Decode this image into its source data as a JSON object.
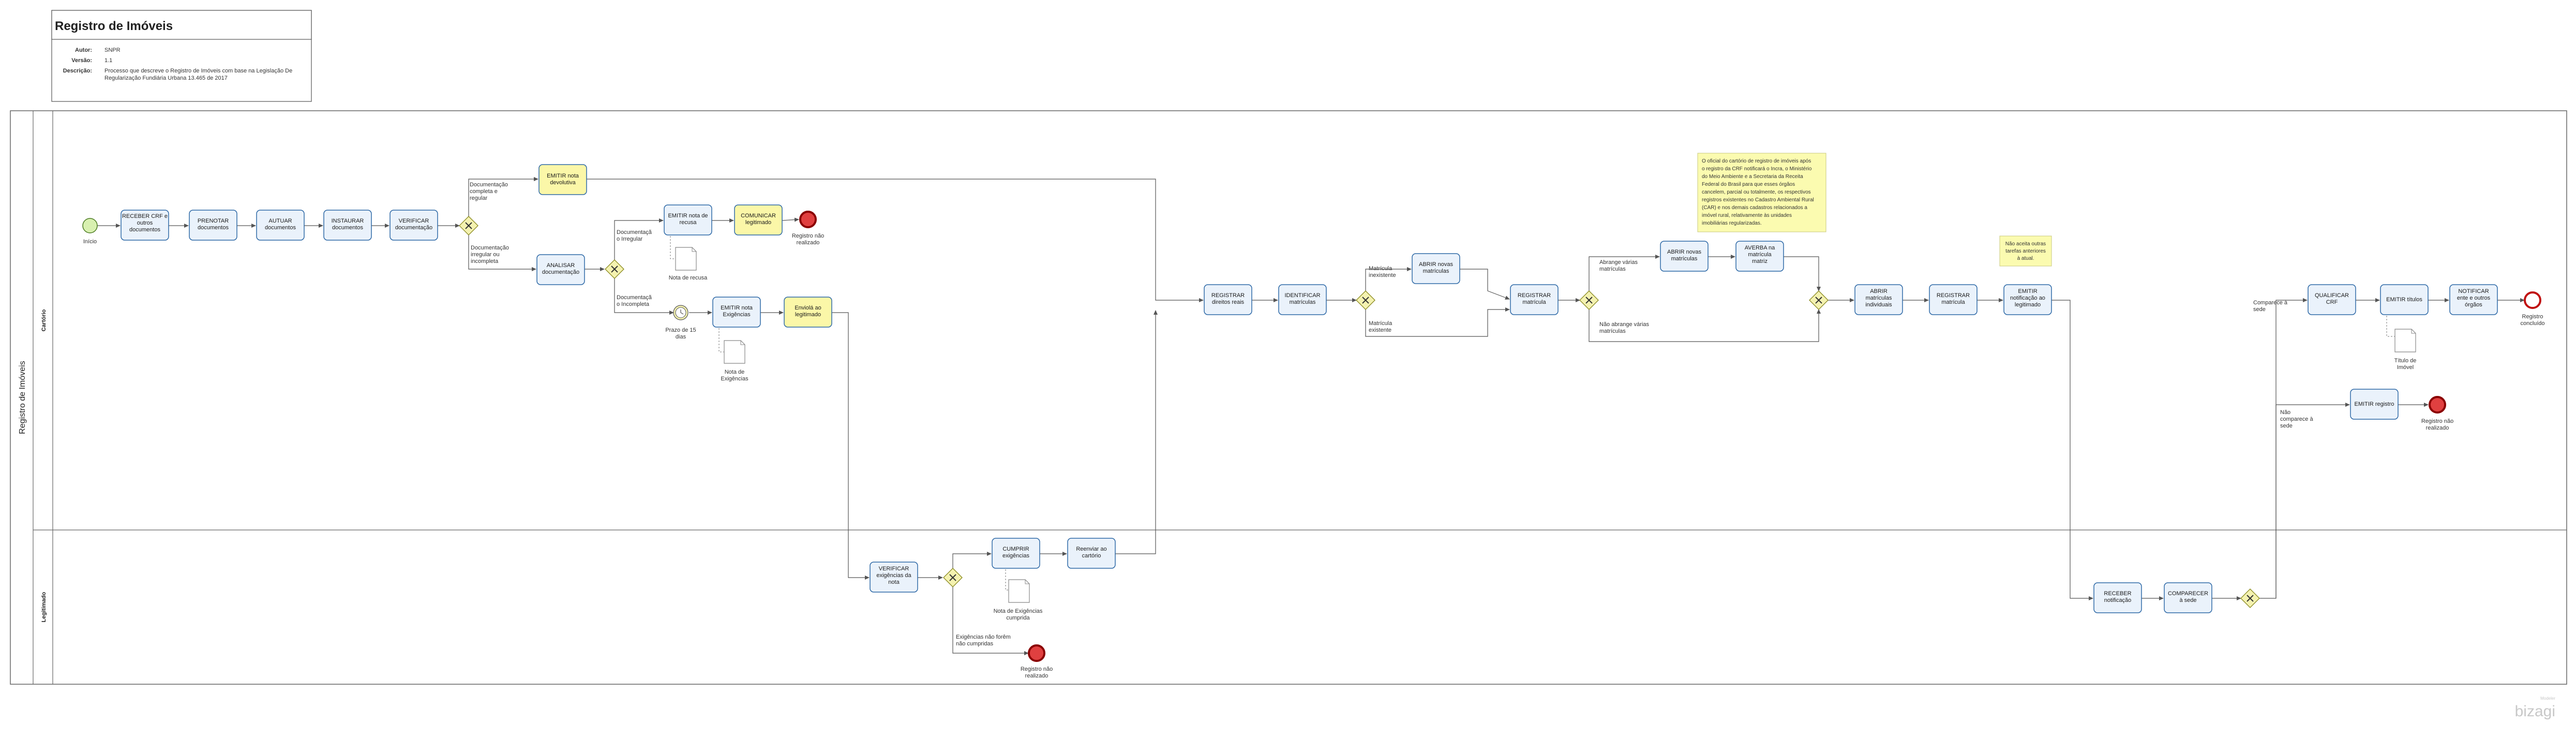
{
  "header": {
    "title": "Registro de Imóveis",
    "author_key": "Autor:",
    "author": "SNPR",
    "version_key": "Versão:",
    "version": "1.1",
    "description_key": "Descrição:",
    "description": [
      "Processo que descreve o Registro de Imóveis com base na Legislação De",
      "Regularização Fundiária Urbana 13.465 de 2017"
    ]
  },
  "pool": {
    "label": "Registro de Imóveis"
  },
  "lanes": {
    "top": "Cartório",
    "bottom": "Legitimado"
  },
  "events": {
    "start": "Início",
    "timer": [
      "Prazo de 15",
      "dias"
    ],
    "end1": [
      "Registro não",
      "realizado"
    ],
    "end2": [
      "Registro não",
      "realizado"
    ],
    "end3": [
      "Registro",
      "concluído"
    ],
    "end4": [
      "Registro não",
      "realizado"
    ]
  },
  "tasks": {
    "t1": [
      "RECEBER CRF e",
      "outros",
      "documentos"
    ],
    "t2": [
      "PRENOTAR",
      "documentos"
    ],
    "t3": [
      "AUTUAR",
      "documentos"
    ],
    "t4": [
      "INSTAURAR",
      "documentos"
    ],
    "t5": [
      "VERIFICAR",
      "documentação"
    ],
    "t6": [
      "EMITIR nota",
      "devolutiva"
    ],
    "t7": [
      "ANALISAR",
      "documentação"
    ],
    "t8": [
      "EMITIR nota de",
      "recusa"
    ],
    "t9": [
      "COMUNICAR",
      "legitimado"
    ],
    "t10": [
      "EMITIR nota",
      "Exigências"
    ],
    "t11": [
      "Enviolá ao",
      "legitimado"
    ],
    "t12": [
      "REGISTRAR",
      "direitos reais"
    ],
    "t13": [
      "IDENTIFICAR",
      "matrículas"
    ],
    "t14": [
      "ABRIR novas",
      "matrículas"
    ],
    "t15": [
      "REGISTRAR",
      "matrícula"
    ],
    "t16": [
      "ABRIR novas",
      "matrículas"
    ],
    "t17": [
      "AVERBA na",
      "matrícula",
      "matriz"
    ],
    "t18": [
      "ABRIR",
      "matrículas",
      "individuais"
    ],
    "t19": [
      "REGISTRAR",
      "matrícula"
    ],
    "t20": [
      "EMITIR",
      "notificação ao",
      "legitimado"
    ],
    "t21": [
      "QUALIFICAR",
      "CRF"
    ],
    "t22": [
      "EMITIR títulos"
    ],
    "t23": [
      "NOTIFICAR",
      "ente e outros",
      "órgãos"
    ],
    "t24": [
      "EMITIR registro"
    ],
    "t25": [
      "VERIFICAR",
      "exigências da",
      "nota"
    ],
    "t26": [
      "CUMPRIR",
      "exigências"
    ],
    "t27": [
      "Reenviar ao",
      "cartório"
    ],
    "t28": [
      "RECEBER",
      "notificação"
    ],
    "t29": [
      "COMPARECER",
      "à sede"
    ]
  },
  "flow_labels": {
    "doc_ok": [
      "Documentação",
      "completa e",
      "regular"
    ],
    "doc_irregular": [
      "Documentação",
      "irregular ou",
      "incompleta"
    ],
    "g2_irregular": [
      "Documentaçã",
      "o Irregular"
    ],
    "g2_incompleta": [
      "Documentaçã",
      "o Incompleta"
    ],
    "mat_inexistente": [
      "Matrícula",
      "inexistente"
    ],
    "mat_existente": [
      "Matrícula",
      "existente"
    ],
    "abrange_varias": [
      "Abrange várias",
      "matrículas"
    ],
    "nao_abrange": [
      "Não abrange várias",
      "matrículas"
    ],
    "comparece": [
      "Comparece à",
      "sede"
    ],
    "nao_comparece": [
      "Não",
      "comparece à",
      "sede"
    ],
    "exig_nao_cumpridas": [
      "Exigências não forêm",
      "não cumpridas"
    ]
  },
  "artifacts": {
    "doc_recusa": "Nota de recusa",
    "doc_exigencias": [
      "Nota de",
      "Exigências"
    ],
    "doc_exig_cumprida": [
      "Nota de Exigências",
      "cumprida"
    ],
    "doc_titulo": [
      "Título de",
      "Imóvel"
    ]
  },
  "annotations": {
    "note1": [
      "O oficial do cartório de registro de imóveis após",
      "o registro da CRF notificará o Incra, o Ministério",
      "do Meio Ambiente e a Secretaria da Receita",
      "Federal do Brasil para que esses órgãos",
      "cancelem, parcial ou totalmente, os respectivos",
      "registros existentes no Cadastro Ambiental Rural",
      "(CAR) e nos demais cadastros relacionados a",
      "imóvel rural, relativamente às unidades",
      "imobiliárias regularizadas."
    ],
    "note2": [
      "Não aceita outras",
      "tarefas anteriores",
      "à atual."
    ]
  },
  "colors": {
    "task_fill": "#eaf2fb",
    "task_stroke": "#2f6aa7",
    "task_yellow": "#fbf7a8",
    "gateway_fill": "#f4f2b0",
    "start_fill": "#d8f0b0",
    "end_stroke": "#b00000",
    "end_fill": "#e04040",
    "note_fill": "#fbfbb0"
  },
  "watermark": {
    "brand": "bizagi",
    "sub": "Modeler"
  }
}
